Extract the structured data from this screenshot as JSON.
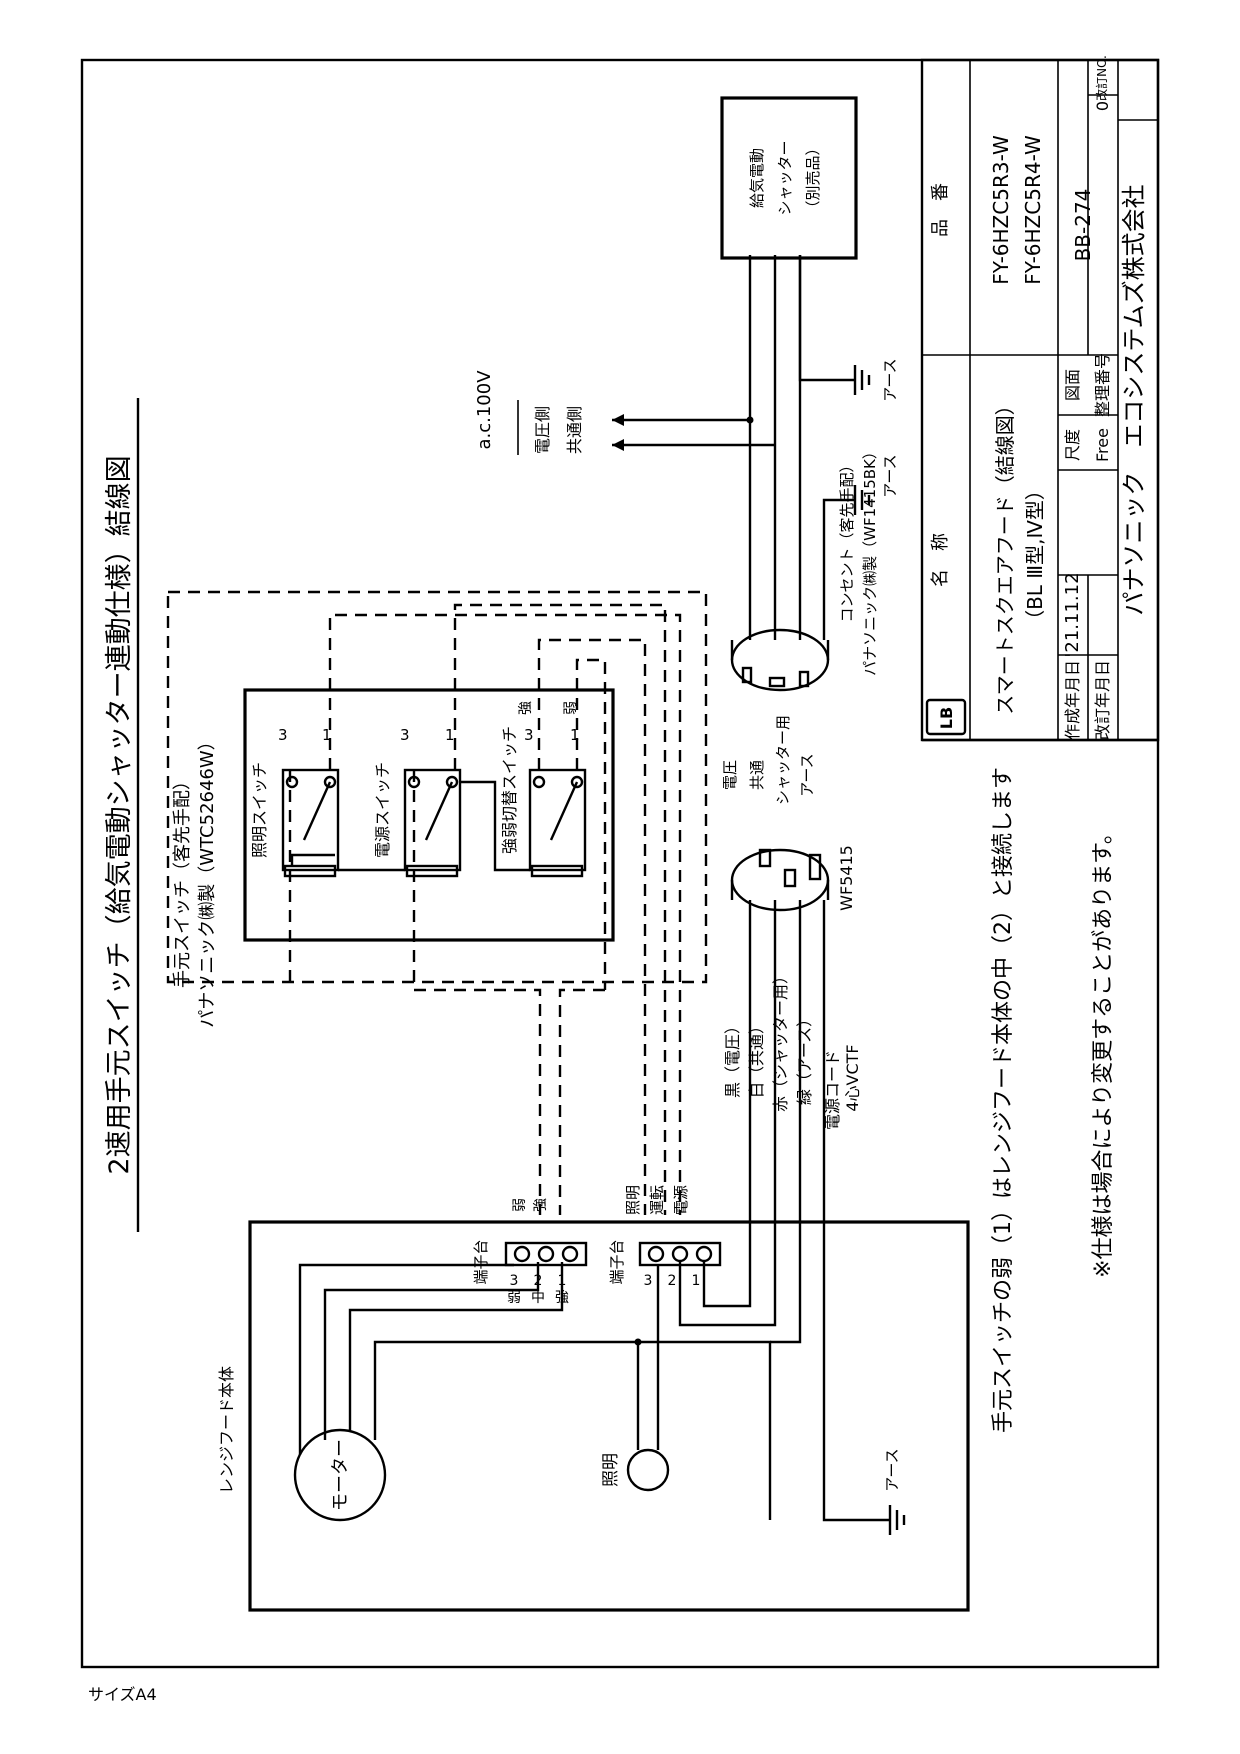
{
  "title": "2速用手元スイッチ（給気電動シャッター連動仕様）結線図",
  "range_hood": {
    "label": "レンジフード本体",
    "motor": "モーター",
    "light": "照明",
    "earth": "アース",
    "terminal_block": "端子台",
    "tb_left_nums": [
      "3",
      "2",
      "1"
    ],
    "tb_left_labels": [
      "弱",
      "中",
      "強"
    ],
    "tb_right_nums": [
      "3",
      "2",
      "1"
    ],
    "tb_right_labels": [
      "照明",
      "運転",
      "電源"
    ],
    "top_left_labels": [
      "弱",
      "強"
    ],
    "top_right_labels": [
      "照明",
      "運転",
      "電源"
    ]
  },
  "hand_switch": {
    "title": "手元スイッチ（客先手配）",
    "maker": "パナソニック㈱製（WTC52646W）",
    "light_switch": "照明スイッチ",
    "power_switch": "電源スイッチ",
    "speed_switch": "強弱切替スイッチ",
    "pin3": "3",
    "pin1": "1",
    "strong": "強",
    "weak": "弱"
  },
  "power_cord": {
    "wires": [
      "黒（電圧）",
      "白（共通）",
      "赤（シャッター用）",
      "緑（アース）"
    ],
    "name": "電源コード",
    "spec": "4心VCTF"
  },
  "plug": {
    "model": "WF5415",
    "labels": [
      "電圧",
      "共通",
      "シャッター用",
      "アース"
    ]
  },
  "outlet": {
    "name": "コンセント（客先手配）",
    "maker": "パナソニック㈱製（WF1415BK）",
    "earth": "アース"
  },
  "supply": {
    "voltage": "a.c.100V",
    "voltage_side": "電圧側",
    "common_side": "共通側"
  },
  "shutter": {
    "line1": "給気電動",
    "line2": "シャッター",
    "line3": "（別売品）",
    "earth": "アース"
  },
  "notes": {
    "connect": "手元スイッチの弱（1）はレンジフード本体の中（2）と接続します",
    "spec_change": "※仕様は場合により変更することがあります。"
  },
  "title_block": {
    "logo": "LB",
    "name_header": "名　称",
    "name_line1": "スマートスクエアフード（結線図）",
    "name_line2": "（BL Ⅲ型,Ⅳ型）",
    "model_header": "品　番",
    "model1": "FY-6HZC5R3-W",
    "model2": "FY-6HZC5R4-W",
    "created_label": "作成年月日",
    "created_date": "'21.11.12",
    "revised_label": "改訂年月日",
    "scale_label": "尺度",
    "scale_value": "Free",
    "drawing_label": "図面",
    "mgmt_label": "整理番号",
    "drawing_no": "BB-274",
    "revision_label": "改訂NO.",
    "revision_no": "0",
    "company": "パナソニック　エコシステムズ株式会社"
  },
  "paper_size": "サイズA4"
}
